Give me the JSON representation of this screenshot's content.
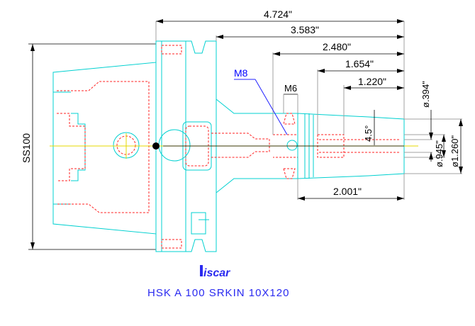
{
  "dimensions": {
    "overall_length": "4.724\"",
    "length_2": "3.583\"",
    "length_3": "2.480\"",
    "length_4": "1.654\"",
    "length_5": "1.220\"",
    "collet_length": "2.001\"",
    "dia_small": "ø.394\"",
    "dia_mid": "ø.945\"",
    "dia_large": "ø1.260\"",
    "angle": "4.5°",
    "shank": "SS100"
  },
  "callouts": {
    "thread_m8": "M8",
    "thread_m6": "M6"
  },
  "logo": {
    "text": "iscar"
  },
  "caption": "HSK A 100 SRKIN 10X120",
  "colors": {
    "outline": "#00d0d0",
    "hidden": "#ff2020",
    "dimension": "#000000",
    "callout": "#2020ff",
    "centerline": "#e6d800"
  }
}
